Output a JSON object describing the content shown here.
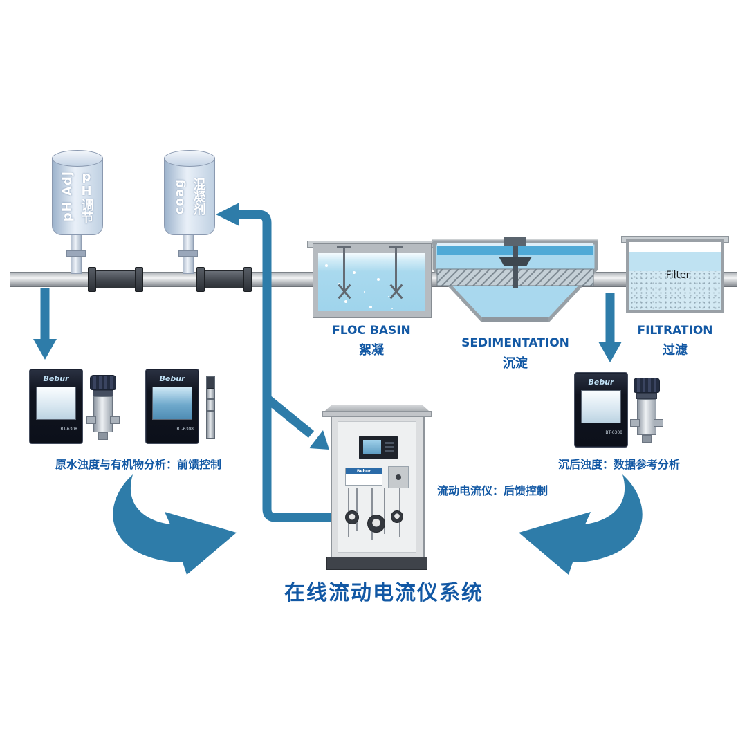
{
  "title": "在线流动电流仪系统",
  "tanks": {
    "ph": {
      "label_en": "pH Adj",
      "label_zh": "pH调节"
    },
    "coag": {
      "label_en": "coag",
      "label_zh": "混凝剂"
    }
  },
  "stages": {
    "floc": {
      "name_en": "FLOC BASIN",
      "name_zh": "絮凝"
    },
    "sedimentation": {
      "name_en": "SEDIMENTATION",
      "name_zh": "沉淀"
    },
    "filtration": {
      "name_en": "FILTRATION",
      "name_zh": "过滤",
      "media_label": "Filter"
    }
  },
  "annotations": {
    "raw_water": "原水浊度与有机物分析：前馈控制",
    "scm": "流动电流仪：后馈控制",
    "settled": "沉后浊度：数据参考分析"
  },
  "devices": {
    "brand": "Bebur",
    "model": "BT-6308"
  },
  "colors": {
    "arrow_blue": "#2e7ca9",
    "label_blue": "#1258a4",
    "water_blue": "#a9d8ee"
  }
}
